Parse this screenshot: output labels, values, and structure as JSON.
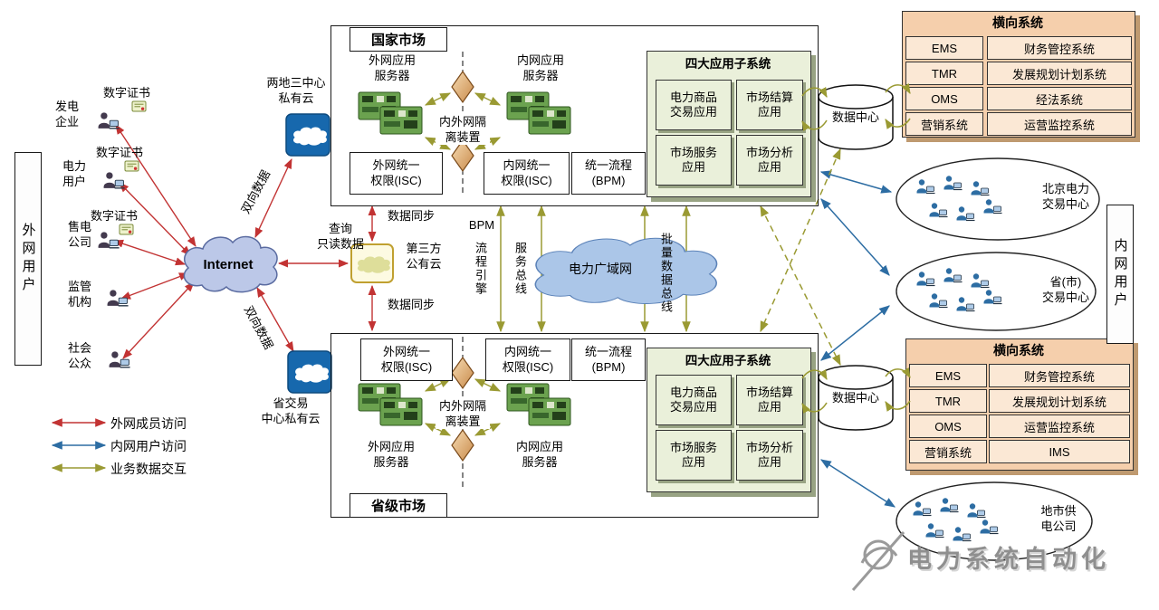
{
  "watermark": {
    "text": "电力系统自动化"
  },
  "legend": {
    "items": [
      {
        "label": "外网成员访问",
        "color": "#c23333"
      },
      {
        "label": "内网用户访问",
        "color": "#2d6da3"
      },
      {
        "label": "业务数据交互",
        "color": "#9a9a33"
      }
    ]
  },
  "left_panel": {
    "vertical_label": "外网用户",
    "users": [
      {
        "name": "发电\n企业",
        "cert": "数字证书"
      },
      {
        "name": "电力\n用户",
        "cert": "数字证书"
      },
      {
        "name": "售电\n公司",
        "cert": "数字证书"
      },
      {
        "name": "监管\n机构"
      },
      {
        "name": "社会\n公众"
      }
    ]
  },
  "internet": {
    "label": "Internet"
  },
  "flows": {
    "bidir_top": "双向数据",
    "bidir_bottom": "双向数据",
    "query": "查询\n只读数据",
    "sync_top": "数据同步",
    "sync_bottom": "数据同步"
  },
  "clouds": {
    "private_top": "两地三中心\n私有云",
    "third_party": "第三方\n公有云",
    "private_bottom": "省交易\n中心私有云"
  },
  "national": {
    "tab": "国家市场",
    "ext_server": "外网应用\n服务器",
    "int_server": "内网应用\n服务器",
    "isolation": "内外网隔\n离装置",
    "ext_auth": "外网统一\n权限(ISC)",
    "int_auth": "内网统一\n权限(ISC)",
    "bpm": "统一流程\n(BPM)",
    "subsys": {
      "title": "四大应用子系统",
      "cells": [
        "电力商品\n交易应用",
        "市场结算\n应用",
        "市场服务\n应用",
        "市场分析\n应用"
      ]
    }
  },
  "provincial": {
    "tab": "省级市场",
    "ext_server": "外网应用\n服务器",
    "int_server": "内网应用\n服务器",
    "isolation": "内外网隔\n离装置",
    "ext_auth": "外网统一\n权限(ISC)",
    "int_auth": "内网统一\n权限(ISC)",
    "bpm": "统一流程\n(BPM)",
    "subsys": {
      "title": "四大应用子系统",
      "cells": [
        "电力商品\n交易应用",
        "市场结算\n应用",
        "市场服务\n应用",
        "市场分析\n应用"
      ]
    }
  },
  "middle": {
    "bpm_en": "BPM",
    "bpm_cn": "流程引擎",
    "service_bus": "服务总线",
    "wan": "电力广域网",
    "batch_bus": "批量数据总线"
  },
  "datacenter": {
    "top": "数据中心",
    "bottom": "数据中心"
  },
  "horizontal_top": {
    "title": "横向系统",
    "rows": [
      {
        "left": "EMS",
        "right": "财务管控系统"
      },
      {
        "left": "TMR",
        "right": "发展规划计划系统"
      },
      {
        "left": "OMS",
        "right": "经法系统"
      },
      {
        "left": "营销系统",
        "right": "运营监控系统"
      }
    ]
  },
  "horizontal_bottom": {
    "title": "横向系统",
    "rows": [
      {
        "left": "EMS",
        "right": "财务管控系统"
      },
      {
        "left": "TMR",
        "right": "发展规划计划系统"
      },
      {
        "left": "OMS",
        "right": "运营监控系统"
      },
      {
        "left": "营销系统",
        "right": "IMS"
      }
    ]
  },
  "right_panel": {
    "vertical_label": "内网用户",
    "groups": [
      {
        "name": "北京电力\n交易中心"
      },
      {
        "name": "省(市)\n交易中心"
      },
      {
        "name": "地市供\n电公司"
      }
    ]
  }
}
